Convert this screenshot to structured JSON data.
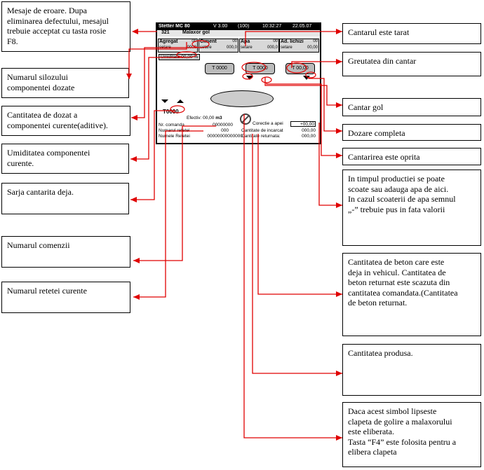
{
  "screen": {
    "title": "Stetter MC 80",
    "version": "V 3.00",
    "code": "(100)",
    "time": "10:32:27",
    "date": "22.05.07",
    "error_code": "321",
    "error_msg": "Malaxor gol",
    "columns": [
      {
        "name": "Agregat",
        "value": "00",
        "setare_label": "setare",
        "setare_value": "0000"
      },
      {
        "name": "Ciment",
        "value": "00",
        "setare_label": "setare",
        "setare_value": "000,0"
      },
      {
        "name": "Apa",
        "value": "00",
        "setare_label": "setare",
        "setare_value": "000,0"
      },
      {
        "name": "Ad. lichizi",
        "value": "00",
        "setare_label": "setare",
        "setare_value": "00,00"
      }
    ],
    "umiditate_label": "Umiditate",
    "umiditate_value": "00,00 %",
    "scales": [
      "T 0000",
      "T 0000",
      "T 00,00"
    ],
    "mixer_weight": "T0000",
    "efectiv_label": "Efectiv: 00,00",
    "efectiv_unit": "m3",
    "nr_comanda_label": "Nr. comanda",
    "nr_comanda_value": "00000000",
    "numar_reteta_label": "Numarul retetei",
    "numar_reteta_value": "000",
    "nume_reteta_label": "Numele Retetei",
    "nume_reteta_value": "00000000000000",
    "corectie_label": "Corectie a apei",
    "corectie_value": "+00,00",
    "incarcat_label": "Cantitate de incarcat",
    "incarcat_value": "000,00",
    "returnata_label": "Cantitate returnata:",
    "returnata_value": "000,00"
  },
  "left_notes": [
    [
      "Mesaje de eroare. Dupa",
      "eliminarea defectului, mesajul",
      "trebuie acceptat cu tasta rosie",
      "F8."
    ],
    [
      "Numarul silozului",
      "componentei dozate"
    ],
    [
      "Cantitatea de dozat a",
      "componentei curente(aditive)."
    ],
    [
      "Umiditatea componentei",
      "curente."
    ],
    [
      "Sarja cantarita deja."
    ],
    [
      "Numarul comenzii"
    ],
    [
      "Numarul retetei curente"
    ]
  ],
  "right_notes": [
    [
      "Cantarul este tarat"
    ],
    [
      "Greutatea din cantar"
    ],
    [
      "Cantar gol"
    ],
    [
      "Dozare completa"
    ],
    [
      "Cantarirea este oprita"
    ],
    [
      "In timpul productiei se poate",
      "scoate sau adauga apa de aici.",
      "In cazul scoaterii de apa semnul",
      "„-” trebuie pus in fata valorii"
    ],
    [
      "Cantitatea de beton care este",
      "deja in vehicul. Cantitatea de",
      "beton returnat este scazuta din",
      "cantitatea comandata.(Cantitatea",
      "de beton returnat."
    ],
    [
      "Cantitatea produsa."
    ],
    [
      "Daca acest simbol lipseste",
      "clapeta de golire a malaxorului",
      "este eliberata.",
      "Tasta “F4” este folosita pentru a",
      "elibera clapeta"
    ]
  ],
  "colors": {
    "annotation_line": "#e00000",
    "screen_header": "#000000"
  }
}
